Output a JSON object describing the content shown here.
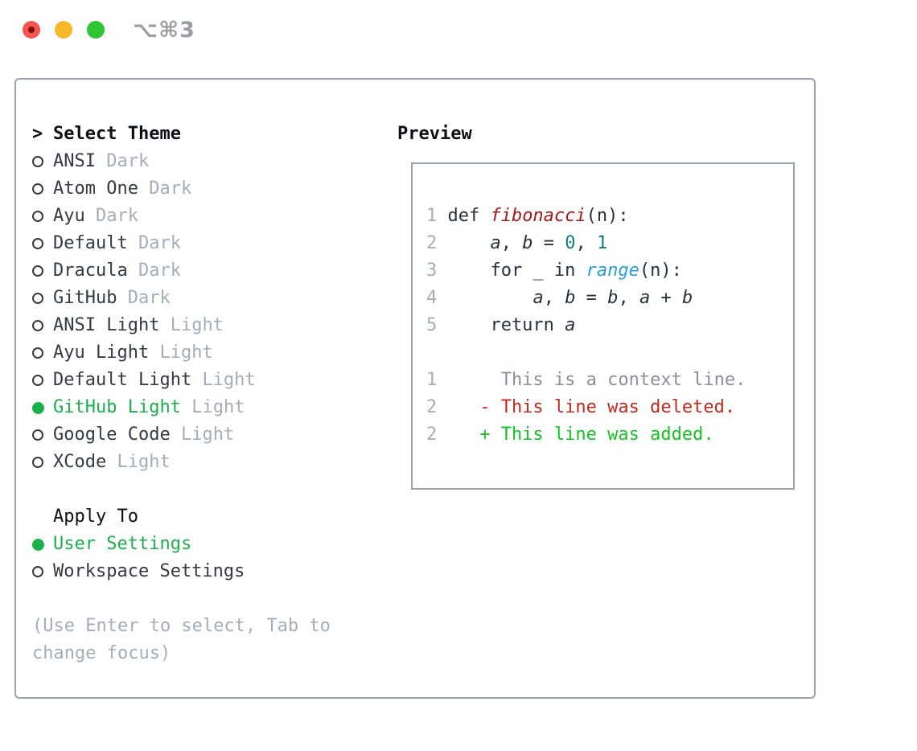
{
  "window": {
    "title": "⌥⌘3",
    "traffic_lights": [
      "close",
      "minimize",
      "zoom"
    ]
  },
  "theme_list": {
    "header_prefix": ">",
    "header": "Select Theme",
    "items": [
      {
        "name": "ANSI",
        "variant": "Dark",
        "selected": false
      },
      {
        "name": "Atom One",
        "variant": "Dark",
        "selected": false
      },
      {
        "name": "Ayu",
        "variant": "Dark",
        "selected": false
      },
      {
        "name": "Default",
        "variant": "Dark",
        "selected": false
      },
      {
        "name": "Dracula",
        "variant": "Dark",
        "selected": false
      },
      {
        "name": "GitHub",
        "variant": "Dark",
        "selected": false
      },
      {
        "name": "ANSI Light",
        "variant": "Light",
        "selected": false
      },
      {
        "name": "Ayu Light",
        "variant": "Light",
        "selected": false
      },
      {
        "name": "Default Light",
        "variant": "Light",
        "selected": false
      },
      {
        "name": "GitHub Light",
        "variant": "Light",
        "selected": true
      },
      {
        "name": "Google Code",
        "variant": "Light",
        "selected": false
      },
      {
        "name": "XCode",
        "variant": "Light",
        "selected": false
      }
    ]
  },
  "apply_to": {
    "header": "Apply To",
    "options": [
      {
        "label": "User Settings",
        "selected": true
      },
      {
        "label": "Workspace Settings",
        "selected": false
      }
    ]
  },
  "hint": "(Use Enter to select, Tab to change focus)",
  "preview": {
    "header": "Preview",
    "lines": [
      {
        "num": "1",
        "tokens": [
          {
            "s": "code",
            "t": "def "
          },
          {
            "s": "fn",
            "t": "fibonacci"
          },
          {
            "s": "code",
            "t": "(n):"
          }
        ]
      },
      {
        "num": "2",
        "tokens": [
          {
            "s": "code",
            "t": "    "
          },
          {
            "s": "var",
            "t": "a"
          },
          {
            "s": "code",
            "t": ", "
          },
          {
            "s": "var",
            "t": "b"
          },
          {
            "s": "code",
            "t": " = "
          },
          {
            "s": "num",
            "t": "0"
          },
          {
            "s": "code",
            "t": ", "
          },
          {
            "s": "num",
            "t": "1"
          }
        ]
      },
      {
        "num": "3",
        "tokens": [
          {
            "s": "code",
            "t": "    for _ in "
          },
          {
            "s": "blt",
            "t": "range"
          },
          {
            "s": "code",
            "t": "(n):"
          }
        ]
      },
      {
        "num": "4",
        "tokens": [
          {
            "s": "code",
            "t": "        "
          },
          {
            "s": "var",
            "t": "a"
          },
          {
            "s": "code",
            "t": ", "
          },
          {
            "s": "var",
            "t": "b"
          },
          {
            "s": "code",
            "t": " = "
          },
          {
            "s": "var",
            "t": "b"
          },
          {
            "s": "code",
            "t": ", "
          },
          {
            "s": "var",
            "t": "a"
          },
          {
            "s": "code",
            "t": " + "
          },
          {
            "s": "var",
            "t": "b"
          }
        ]
      },
      {
        "num": "5",
        "tokens": [
          {
            "s": "code",
            "t": "    return "
          },
          {
            "s": "var",
            "t": "a"
          }
        ]
      },
      {
        "num": "",
        "tokens": []
      },
      {
        "num": "1",
        "tokens": [
          {
            "s": "ctx",
            "t": "     This is a context line."
          }
        ]
      },
      {
        "num": "2",
        "tokens": [
          {
            "s": "del",
            "t": "   - This line was deleted."
          }
        ]
      },
      {
        "num": "2",
        "tokens": [
          {
            "s": "add",
            "t": "   + This line was added."
          }
        ]
      }
    ]
  },
  "colors": {
    "ink": "#0c0f13",
    "item": "#343a42",
    "dim": "#a4adb9",
    "accent_green": "#1bb14a",
    "code": "#2b313a",
    "fn_red": "#a31919",
    "num_teal": "#0e7f80",
    "builtin_blue": "#2b9dd8",
    "ctx_gray": "#8a9097",
    "del_red": "#c5281c",
    "add_green": "#15c421",
    "line_num": "#a4adb9",
    "border": "#9aa3ae",
    "titlebar_text": "#9a9da1",
    "traffic_red": "#f4554e",
    "traffic_red_dot": "#7c110c",
    "traffic_yellow": "#f9b82a",
    "traffic_green": "#2fc336"
  }
}
